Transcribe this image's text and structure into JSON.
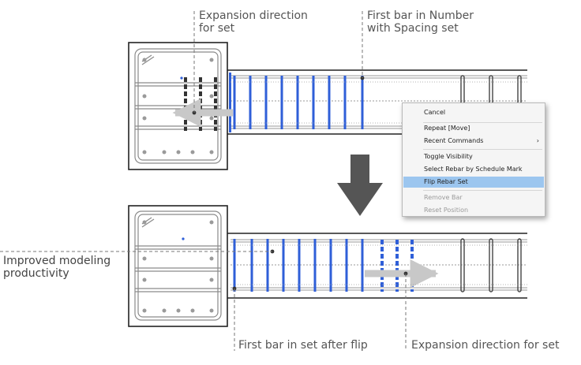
{
  "callouts": {
    "top_left": "Expansion direction\nfor set",
    "top_right": "First bar in Number\nwith Spacing set",
    "mid_left": "Improved modeling\nproductivity",
    "bottom_left": "First bar in set after flip",
    "bottom_right": "Expansion direction for set"
  },
  "context_menu": {
    "items": [
      {
        "label": "Cancel",
        "state": "normal"
      },
      {
        "label": "Repeat [Move]",
        "state": "normal"
      },
      {
        "label": "Recent Commands",
        "state": "normal",
        "submenu_arrow": "›"
      },
      {
        "label": "Toggle Visibility",
        "state": "normal"
      },
      {
        "label": "Select Rebar by Schedule Mark",
        "state": "normal"
      },
      {
        "label": "Flip Rebar Set",
        "state": "highlighted"
      },
      {
        "label": "Remove Bar",
        "state": "disabled"
      },
      {
        "label": "Reset Position",
        "state": "disabled"
      }
    ]
  },
  "colors": {
    "rebar_blue": "#2f5fd8",
    "rebar_dark": "#333333",
    "arrow_gray": "#c8c8c8",
    "big_arrow": "#555555",
    "menu_highlight": "#9cc6ef"
  }
}
